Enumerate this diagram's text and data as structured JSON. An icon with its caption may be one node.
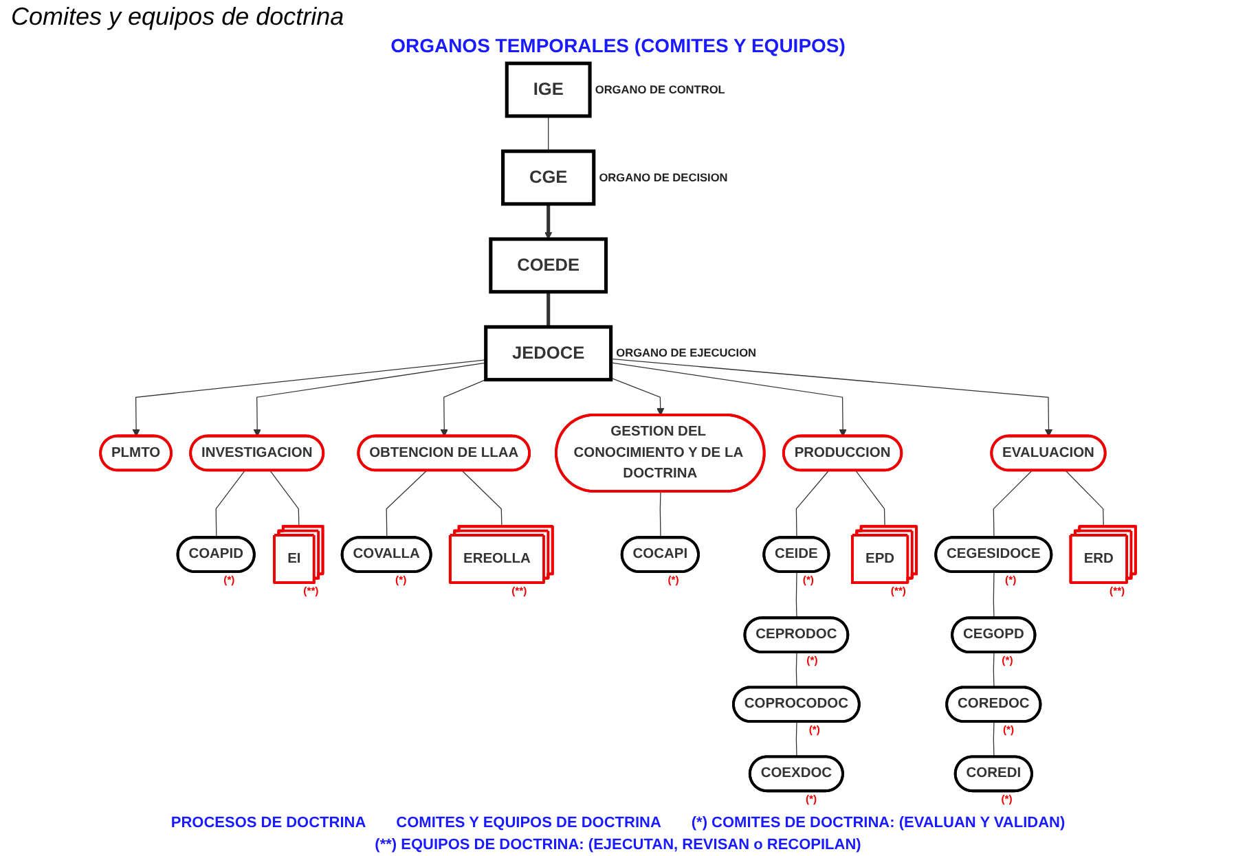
{
  "diagram": {
    "caption": "Comites y equipos de doctrina",
    "title": "ORGANOS TEMPORALES (COMITES Y EQUIPOS)",
    "nodes": [
      {
        "text": [
          "IGE"
        ],
        "beside": [
          "ORGANO DE CONTROL"
        ]
      },
      {
        "text": [
          "CGE"
        ],
        "beside": [
          "ORGANO DE DECISION"
        ]
      },
      {
        "text": [
          "COEDE"
        ]
      },
      {
        "text": [
          "JEDOCE"
        ],
        "beside": [
          "ORGANO DE EJECUCION"
        ]
      },
      {
        "text": [
          "PLMTO"
        ]
      },
      {
        "text": [
          "PRODUCCION"
        ]
      },
      {
        "text": [
          "INVESTIGACION"
        ]
      },
      {
        "text": [
          "OBTENCION DE LLAA"
        ]
      },
      {
        "text": [
          "EVALUACION"
        ]
      },
      {
        "text": [
          "GESTION DEL CONOCIMIENTO Y DE LA DOCTRINA"
        ]
      },
      {
        "text": [
          "COAPID"
        ],
        "beside": [
          "(*)"
        ]
      },
      {
        "text": [
          "EI"
        ],
        "beside": [
          "(**)"
        ]
      },
      {
        "text": [
          "COVALLA"
        ],
        "beside": [
          "(*)"
        ]
      },
      {
        "text": [
          "EREOLLA"
        ],
        "beside": [
          "(**)"
        ]
      },
      {
        "text": [
          "COCAPI"
        ],
        "beside": [
          "(*)"
        ]
      },
      {
        "text": [
          "CEIDE"
        ],
        "beside": [
          "(*)"
        ]
      },
      {
        "text": [
          "EPD"
        ],
        "beside": [
          "(**)"
        ]
      },
      {
        "text": [
          "CEPRODOC"
        ],
        "beside": [
          "(*)"
        ]
      },
      {
        "text": [
          "COPROCODOC"
        ],
        "beside": [
          "(*)"
        ]
      },
      {
        "text": [
          "COEXDOC"
        ],
        "beside": [
          "(*)"
        ]
      },
      {
        "text": [
          "CEGESIDOCE"
        ],
        "beside": [
          "(*)"
        ]
      },
      {
        "text": [
          "ERD"
        ],
        "beside": [
          "(**)"
        ]
      },
      {
        "text": [
          "CEGOPD"
        ],
        "beside": [
          "(*)"
        ]
      },
      {
        "text": [
          "COREDOC"
        ],
        "beside": [
          "(*)"
        ]
      },
      {
        "text": [
          "COREDI"
        ],
        "beside": [
          "(*)"
        ]
      }
    ],
    "edges": [
      {
        "from": 0,
        "to": 1,
        "arrow": "none"
      },
      {
        "from": 1,
        "to": 2,
        "arrow": "to",
        "style": "thick"
      },
      {
        "from": 2,
        "to": 3,
        "arrow": "none",
        "style": "thick"
      },
      {
        "from": 3,
        "to": 4,
        "arrow": "to"
      },
      {
        "from": 3,
        "to": 5,
        "arrow": "to"
      },
      {
        "from": 3,
        "to": 6,
        "arrow": "to"
      },
      {
        "from": 3,
        "to": 7,
        "arrow": "to"
      },
      {
        "from": 3,
        "to": 8,
        "arrow": "to"
      },
      {
        "from": 3,
        "to": 9,
        "arrow": "to"
      },
      {
        "from": 6,
        "to": 10,
        "arrow": "none"
      },
      {
        "from": 6,
        "to": 11,
        "arrow": "none"
      },
      {
        "from": 7,
        "to": 12,
        "arrow": "none"
      },
      {
        "from": 7,
        "to": 13,
        "arrow": "none"
      },
      {
        "from": 9,
        "to": 14,
        "arrow": "none"
      },
      {
        "from": 5,
        "to": 15,
        "arrow": "none"
      },
      {
        "from": 5,
        "to": 16,
        "arrow": "none"
      },
      {
        "from": 15,
        "to": 17,
        "arrow": "none"
      },
      {
        "from": 17,
        "to": 18,
        "arrow": "none"
      },
      {
        "from": 18,
        "to": 19,
        "arrow": "none"
      },
      {
        "from": 8,
        "to": 20,
        "arrow": "none"
      },
      {
        "from": 8,
        "to": 21,
        "arrow": "none"
      },
      {
        "from": 20,
        "to": 22,
        "arrow": "none"
      },
      {
        "from": 22,
        "to": 23,
        "arrow": "none"
      },
      {
        "from": 23,
        "to": 24,
        "arrow": "none"
      }
    ],
    "labels": [
      "PROCESOS DE DOCTRINA",
      "COMITES Y EQUIPOS DE DOCTRINA",
      "(*) COMITES DE DOCTRINA: (EVALUAN Y VALIDAN)",
      "(**) EQUIPOS DE DOCTRINA: (EJECUTAN, REVISAN o RECOPILAN)"
    ]
  }
}
